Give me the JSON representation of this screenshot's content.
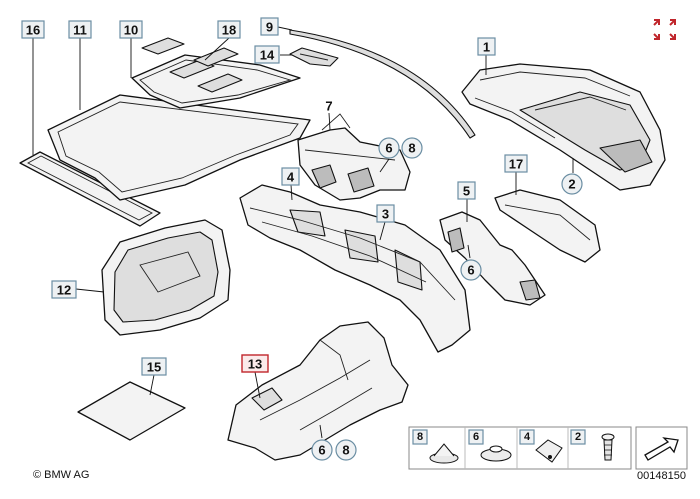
{
  "diagram": {
    "copyright": "© BMW AG",
    "image_code": "00148150",
    "callouts": {
      "c1": "1",
      "c2": "2",
      "c3": "3",
      "c4": "4",
      "c5": "5",
      "c6a": "6",
      "c6b": "6",
      "c6c": "6",
      "c7": "7",
      "c8a": "8",
      "c8b": "8",
      "c9": "9",
      "c10": "10",
      "c11": "11",
      "c12": "12",
      "c13": "13",
      "c14": "14",
      "c15": "15",
      "c16": "16",
      "c17": "17",
      "c18": "18"
    },
    "fastener_panel": {
      "items": [
        "8",
        "6",
        "4",
        "2"
      ]
    },
    "colors": {
      "callout_border": "#6b8ea3",
      "callout_highlight": "#c0262c",
      "expand_icon": "#c0262c"
    },
    "icons": [
      "expand-arrows-icon",
      "pointer-arrow-icon"
    ]
  }
}
